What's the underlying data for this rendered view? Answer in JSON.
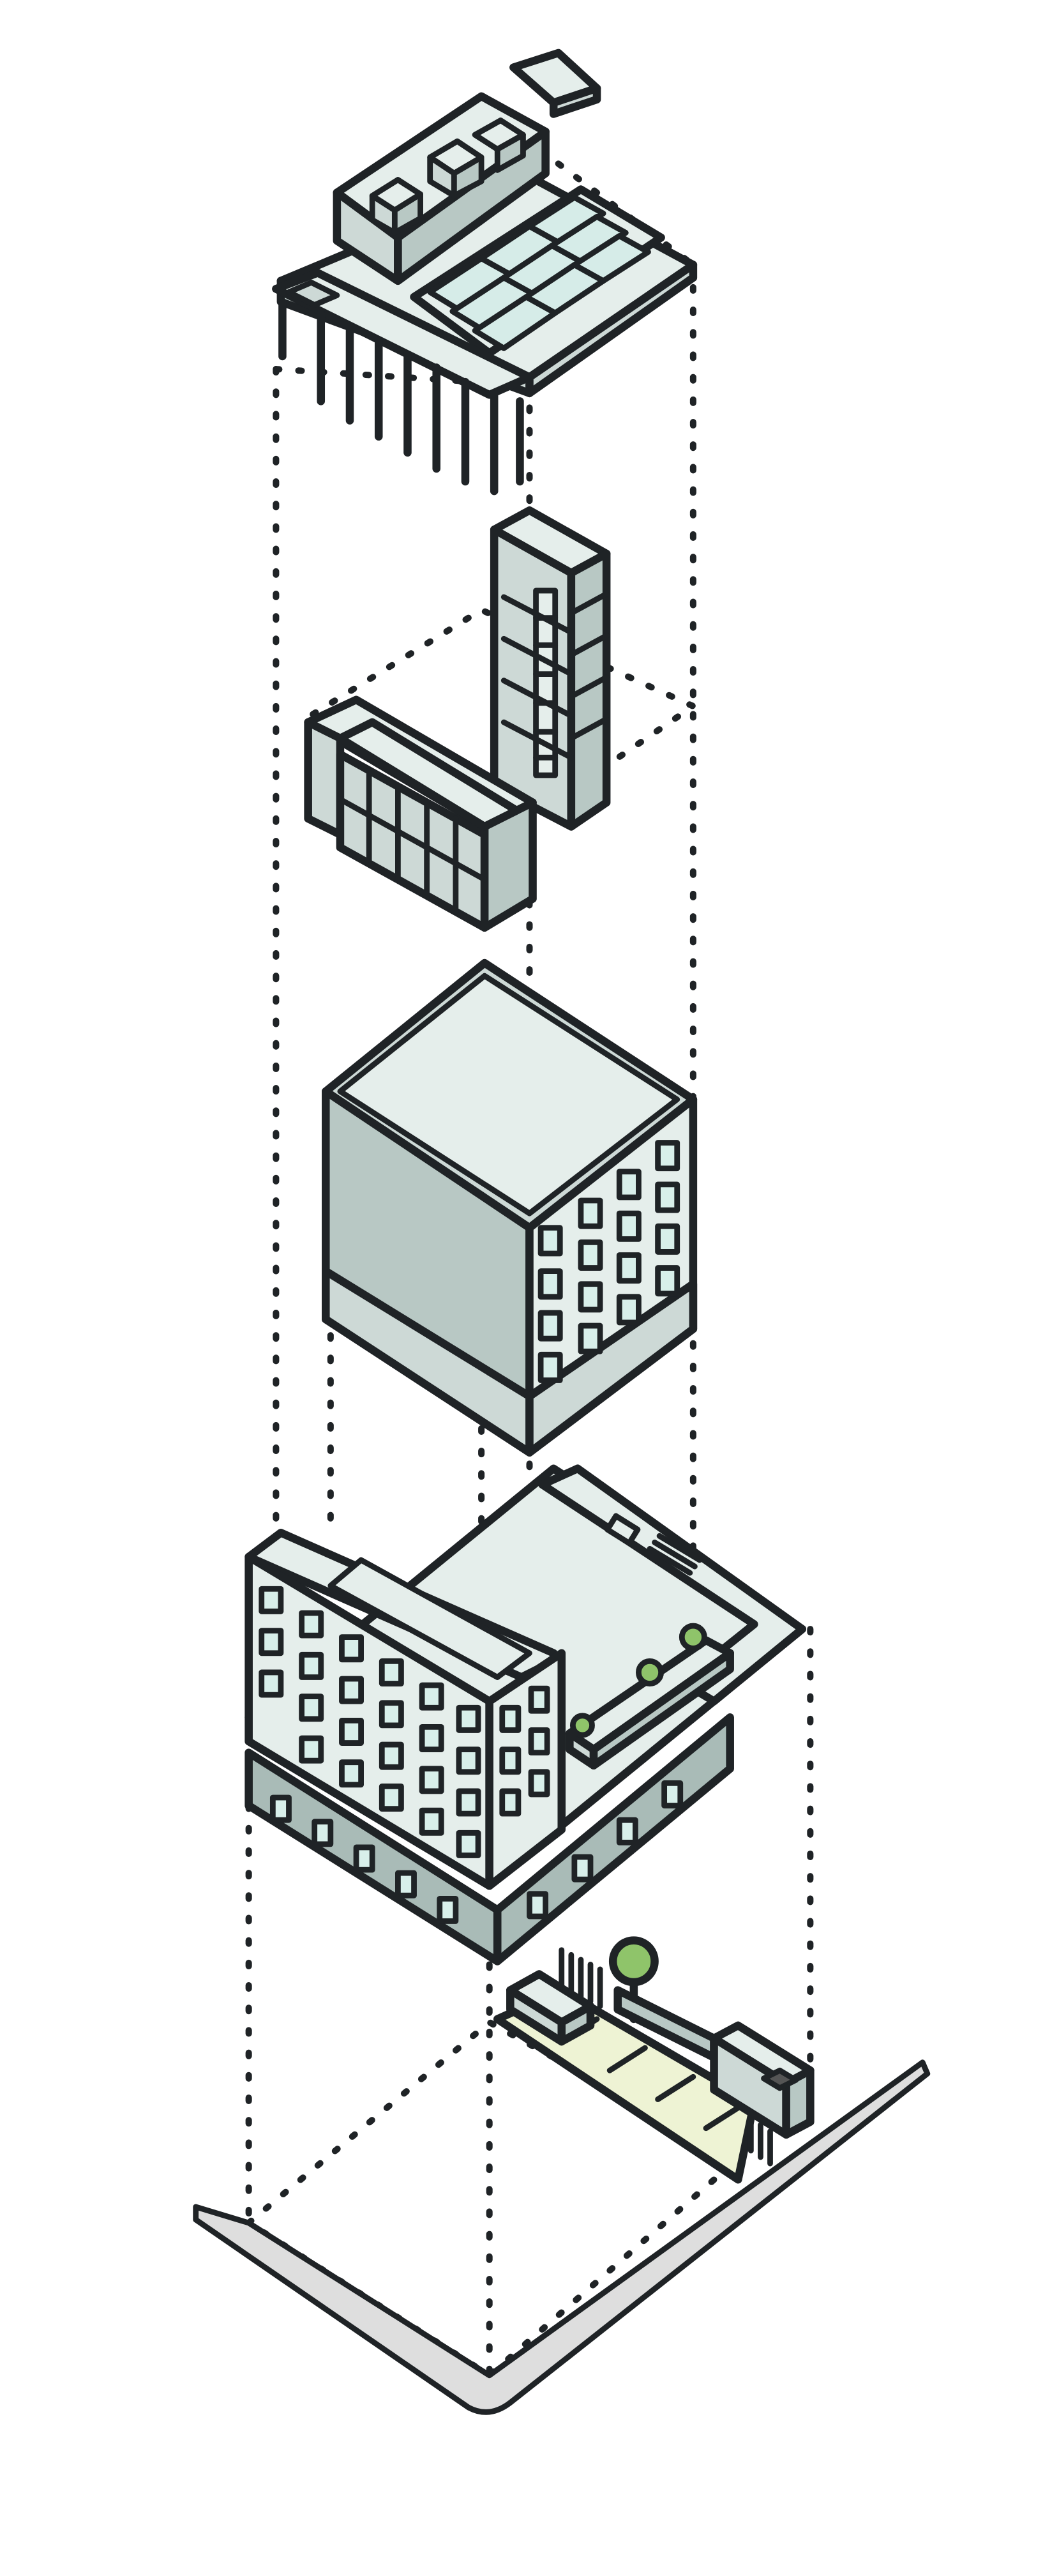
{
  "diagram": {
    "kind": "exploded-axonometric-building",
    "layers": [
      "roof-level-with-solar-panels-and-mechanical",
      "circulation-core-and-upper-wing",
      "upper-building-volume",
      "podium-with-terrace-and-ground-floor",
      "site-with-courtyard-and-tree"
    ],
    "colors": {
      "ink": "#1f2326",
      "light_surface": "#e5eeeb",
      "mid_surface": "#cdd9d6",
      "dark_surface": "#b8c8c4",
      "glass": "#d8efea",
      "base_band": "#a9bbb7",
      "courtyard": "#eef3d4",
      "tree": "#8fc46a",
      "street": "#dedede"
    }
  }
}
